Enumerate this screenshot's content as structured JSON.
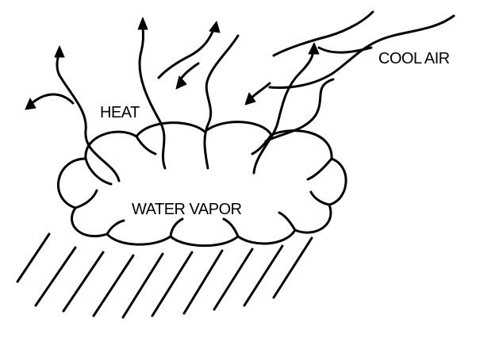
{
  "labels": {
    "cool_air": "COOL AIR",
    "heat": "HEAT",
    "water_vapor": "WATER VAPOR"
  },
  "colors": {
    "ink": "#000000",
    "background": "#ffffff"
  }
}
